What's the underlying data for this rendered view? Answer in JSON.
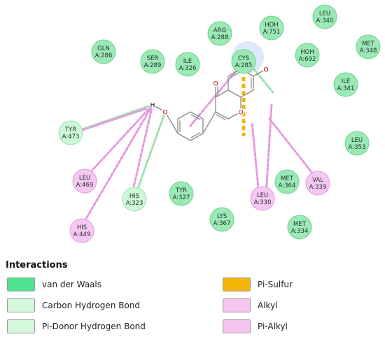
{
  "colors": {
    "vdw": "#9be9b5",
    "vdw_stroke": "#6fd08e",
    "hbond": "#cdf7d6",
    "hbond_stroke": "#9edfb1",
    "alkyl": "#f6c7f2",
    "alkyl_stroke": "#e39adf",
    "pisulfur": "#f3b50a",
    "sulfur_halo": "#dbe9fb",
    "bond": "#8a8a8a",
    "oxygen": "#cc0000"
  },
  "residues": [
    {
      "id": "gln286",
      "name": "GLN",
      "num": "A:286",
      "type": "vdw"
    },
    {
      "id": "ser289",
      "name": "SER",
      "num": "A:289",
      "type": "vdw"
    },
    {
      "id": "ile326",
      "name": "ILE",
      "num": "A:326",
      "type": "vdw"
    },
    {
      "id": "arg288",
      "name": "ARG",
      "num": "A:288",
      "type": "vdw"
    },
    {
      "id": "cys285",
      "name": "CYS",
      "num": "A:285",
      "type": "vdw"
    },
    {
      "id": "hoh751",
      "name": "HOH",
      "num": "A:751",
      "type": "vdw"
    },
    {
      "id": "hoh692",
      "name": "HOH",
      "num": "A:692",
      "type": "vdw"
    },
    {
      "id": "leu340",
      "name": "LEU",
      "num": "A:340",
      "type": "vdw"
    },
    {
      "id": "met348",
      "name": "MET",
      "num": "A:348",
      "type": "vdw"
    },
    {
      "id": "ile341",
      "name": "ILE",
      "num": "A:341",
      "type": "vdw"
    },
    {
      "id": "leu353",
      "name": "LEU",
      "num": "A:353",
      "type": "vdw"
    },
    {
      "id": "tyr473",
      "name": "TYR",
      "num": "A:473",
      "type": "hbond"
    },
    {
      "id": "leu469",
      "name": "LEU",
      "num": "A:469",
      "type": "alkyl"
    },
    {
      "id": "his323",
      "name": "HIS",
      "num": "A:323",
      "type": "hbond"
    },
    {
      "id": "tyr327",
      "name": "TYR",
      "num": "A:327",
      "type": "vdw"
    },
    {
      "id": "his449",
      "name": "HIS",
      "num": "A:449",
      "type": "alkyl"
    },
    {
      "id": "lys367",
      "name": "LYS",
      "num": "A:367",
      "type": "vdw"
    },
    {
      "id": "met364",
      "name": "MET",
      "num": "A:364",
      "type": "vdw"
    },
    {
      "id": "leu330",
      "name": "LEU",
      "num": "A:330",
      "type": "alkyl"
    },
    {
      "id": "val339",
      "name": "VAL",
      "num": "A:339",
      "type": "alkyl"
    },
    {
      "id": "met334",
      "name": "MET",
      "num": "A:334",
      "type": "vdw"
    }
  ],
  "ligand": {
    "atoms": {
      "o_hydroxyl": "O",
      "h_hydroxyl": "H",
      "o_carbonyl": "O",
      "o_ring": "O",
      "o_right": "O"
    }
  },
  "legend": {
    "title": "Interactions",
    "items": [
      {
        "label": "van der Waals",
        "color": "#4fe38f"
      },
      {
        "label": "Carbon Hydrogen Bond",
        "color": "#d5f8dc"
      },
      {
        "label": "Pi-Donor Hydrogen Bond",
        "color": "#d5f8dc"
      },
      {
        "label": "Pi-Sulfur",
        "color": "#f3b50a"
      },
      {
        "label": "Alkyl",
        "color": "#f7c4f0"
      },
      {
        "label": "Pi-Alkyl",
        "color": "#f7c4f0"
      }
    ]
  }
}
